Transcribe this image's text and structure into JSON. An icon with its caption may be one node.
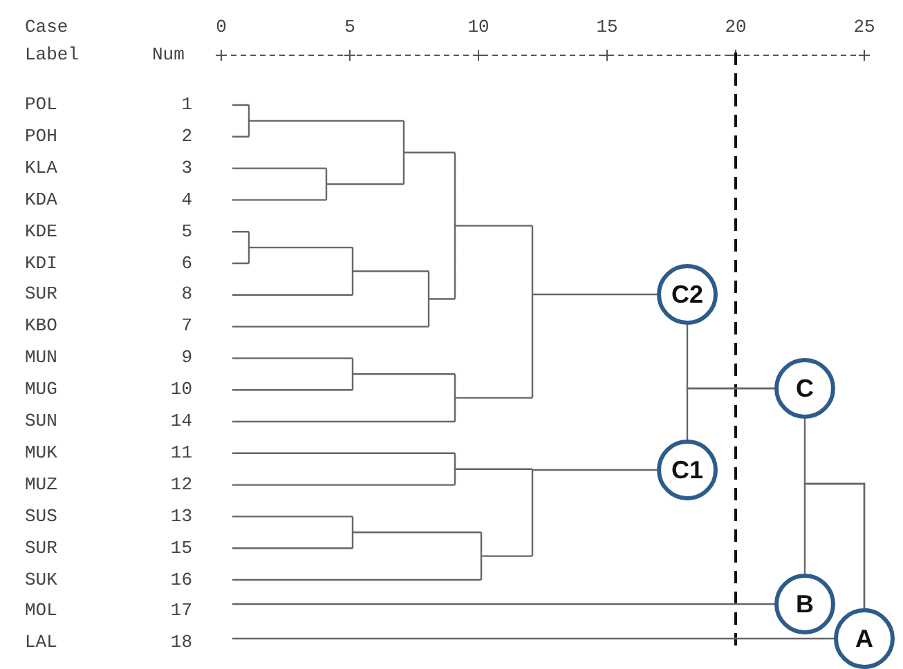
{
  "diagram": {
    "nodes": [
      {
        "text": [
          "C2"
        ]
      },
      {
        "text": [
          "C"
        ]
      },
      {
        "text": [
          "C1"
        ]
      },
      {
        "text": [
          "B"
        ]
      },
      {
        "text": [
          "A"
        ]
      }
    ],
    "edges": [
      {
        "from": 0,
        "to": 1,
        "arrow": "none"
      },
      {
        "from": 2,
        "to": 1,
        "arrow": "none"
      },
      {
        "from": 1,
        "to": 4,
        "arrow": "none"
      },
      {
        "from": 3,
        "to": 4,
        "arrow": "none"
      }
    ],
    "labels": [
      "Case",
      "0",
      "5",
      "10",
      "15",
      "20",
      "25",
      "Label",
      "Num",
      "POL",
      "1",
      "POH",
      "2",
      "KLA",
      "3",
      "KDA",
      "4",
      "KDE",
      "5",
      "KDI",
      "6",
      "SUR",
      "8",
      "KBO",
      "7",
      "MUN",
      "9",
      "MUG",
      "10",
      "SUN",
      "14",
      "MUK",
      "11",
      "MUZ",
      "12",
      "SUS",
      "13",
      "SUR",
      "15",
      "SUK",
      "16",
      "MOL",
      "17",
      "LAL",
      "18"
    ]
  }
}
